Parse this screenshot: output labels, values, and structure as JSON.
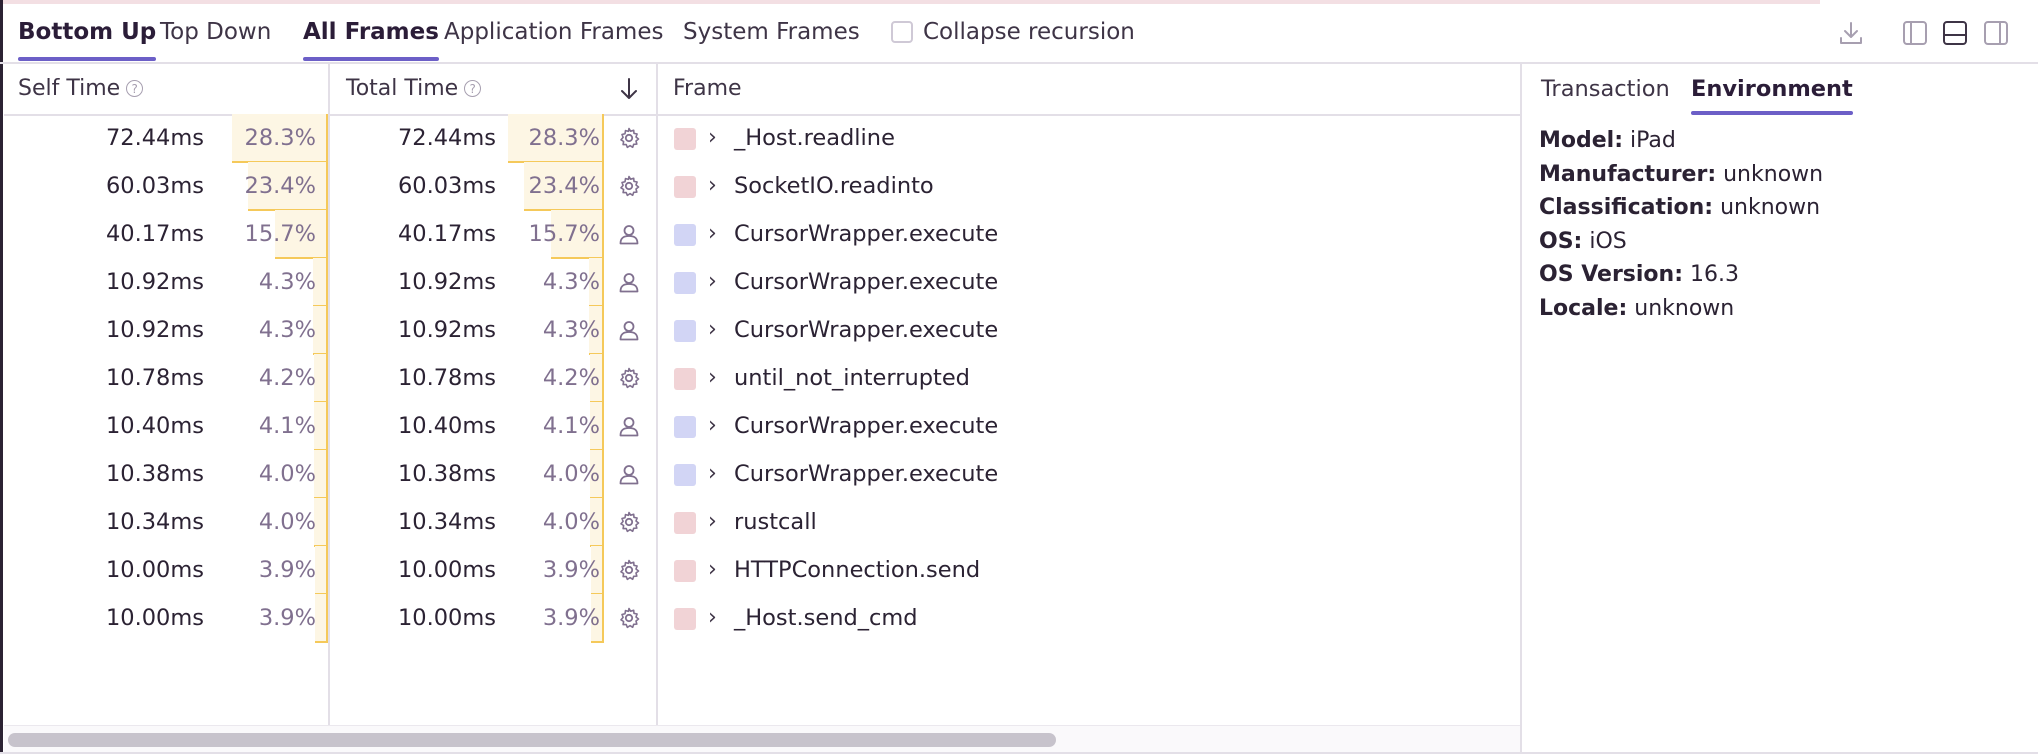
{
  "toolbar": {
    "tabs_view": [
      {
        "label": "Bottom Up",
        "active": true
      },
      {
        "label": "Top Down",
        "active": false
      }
    ],
    "tabs_frames": [
      {
        "label": "All Frames",
        "active": true
      },
      {
        "label": "Application Frames",
        "active": false
      },
      {
        "label": "System Frames",
        "active": false
      }
    ],
    "collapse_recursion": {
      "label": "Collapse recursion",
      "checked": false
    },
    "icons": [
      "download-icon",
      "layout-left-icon",
      "layout-bottom-icon",
      "layout-right-icon"
    ]
  },
  "table": {
    "headers": {
      "self_time": "Self Time",
      "total_time": "Total Time",
      "frame": "Frame",
      "help_icon": "help-icon",
      "sort_icon": "arrow-down-icon"
    },
    "rows": [
      {
        "self_ms": "72.44ms",
        "self_pct": "28.3%",
        "total_ms": "72.44ms",
        "total_pct": "28.3%",
        "pct_value": 28.3,
        "kind": "system",
        "frame": "_Host.readline"
      },
      {
        "self_ms": "60.03ms",
        "self_pct": "23.4%",
        "total_ms": "60.03ms",
        "total_pct": "23.4%",
        "pct_value": 23.4,
        "kind": "system",
        "frame": "SocketIO.readinto"
      },
      {
        "self_ms": "40.17ms",
        "self_pct": "15.7%",
        "total_ms": "40.17ms",
        "total_pct": "15.7%",
        "pct_value": 15.7,
        "kind": "application",
        "frame": "CursorWrapper.execute"
      },
      {
        "self_ms": "10.92ms",
        "self_pct": "4.3%",
        "total_ms": "10.92ms",
        "total_pct": "4.3%",
        "pct_value": 4.3,
        "kind": "application",
        "frame": "CursorWrapper.execute"
      },
      {
        "self_ms": "10.92ms",
        "self_pct": "4.3%",
        "total_ms": "10.92ms",
        "total_pct": "4.3%",
        "pct_value": 4.3,
        "kind": "application",
        "frame": "CursorWrapper.execute"
      },
      {
        "self_ms": "10.78ms",
        "self_pct": "4.2%",
        "total_ms": "10.78ms",
        "total_pct": "4.2%",
        "pct_value": 4.2,
        "kind": "system",
        "frame": "until_not_interrupted"
      },
      {
        "self_ms": "10.40ms",
        "self_pct": "4.1%",
        "total_ms": "10.40ms",
        "total_pct": "4.1%",
        "pct_value": 4.1,
        "kind": "application",
        "frame": "CursorWrapper.execute"
      },
      {
        "self_ms": "10.38ms",
        "self_pct": "4.0%",
        "total_ms": "10.38ms",
        "total_pct": "4.0%",
        "pct_value": 4.0,
        "kind": "application",
        "frame": "CursorWrapper.execute"
      },
      {
        "self_ms": "10.34ms",
        "self_pct": "4.0%",
        "total_ms": "10.34ms",
        "total_pct": "4.0%",
        "pct_value": 4.0,
        "kind": "system",
        "frame": "rustcall"
      },
      {
        "self_ms": "10.00ms",
        "self_pct": "3.9%",
        "total_ms": "10.00ms",
        "total_pct": "3.9%",
        "pct_value": 3.9,
        "kind": "system",
        "frame": "HTTPConnection.send"
      },
      {
        "self_ms": "10.00ms",
        "self_pct": "3.9%",
        "total_ms": "10.00ms",
        "total_pct": "3.9%",
        "pct_value": 3.9,
        "kind": "system",
        "frame": "_Host.send_cmd"
      }
    ],
    "kinds": {
      "system": {
        "icon": "gear-icon",
        "swatch": "#f1d3d6"
      },
      "application": {
        "icon": "user-icon",
        "swatch": "#d2d5f5"
      }
    }
  },
  "side_panel": {
    "tabs": [
      {
        "label": "Transaction",
        "active": false
      },
      {
        "label": "Environment",
        "active": true
      }
    ],
    "environment": [
      {
        "key": "Model:",
        "value": "iPad"
      },
      {
        "key": "Manufacturer:",
        "value": "unknown"
      },
      {
        "key": "Classification:",
        "value": "unknown"
      },
      {
        "key": "OS:",
        "value": "iOS"
      },
      {
        "key": "OS Version:",
        "value": "16.3"
      },
      {
        "key": "Locale:",
        "value": "unknown"
      }
    ]
  },
  "colors": {
    "accent": "#6c5fc7",
    "bar_fill": "#fdf6e4",
    "bar_edge": "#f5c95a"
  }
}
